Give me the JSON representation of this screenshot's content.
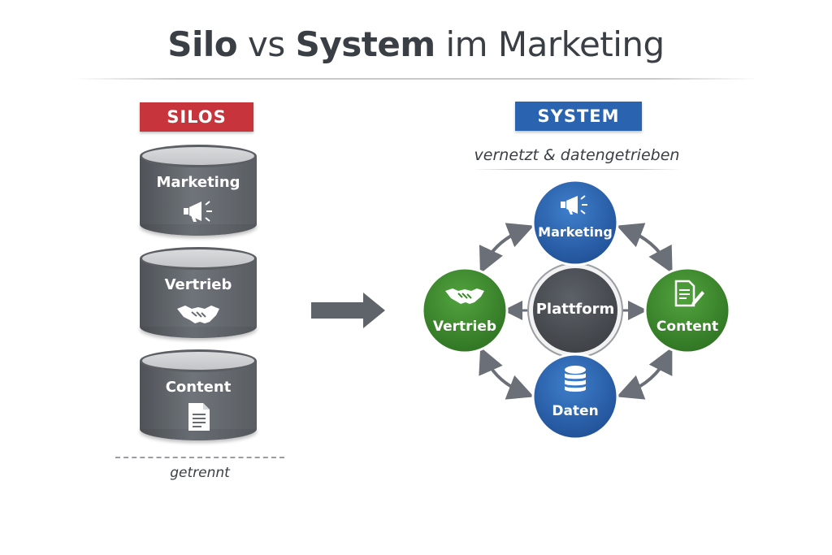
{
  "title": {
    "part1": "Silo",
    "part2": "vs",
    "part3": "System",
    "part4": "im Marketing"
  },
  "silos": {
    "badge": "SILOS",
    "items": [
      {
        "label": "Marketing",
        "icon": "megaphone-icon"
      },
      {
        "label": "Vertrieb",
        "icon": "handshake-icon"
      },
      {
        "label": "Content",
        "icon": "document-icon"
      }
    ],
    "footer": "getrennt"
  },
  "system": {
    "badge": "SYSTEM",
    "subtitle": "vernetzt & datengetrieben",
    "center": "Plattform",
    "nodes": {
      "top": {
        "label": "Marketing",
        "icon": "megaphone-icon"
      },
      "left": {
        "label": "Vertrieb",
        "icon": "handshake-icon"
      },
      "right": {
        "label": "Content",
        "icon": "document-icon"
      },
      "bottom": {
        "label": "Daten",
        "icon": "database-icon"
      }
    }
  },
  "colors": {
    "red": "#c7343b",
    "blue": "#2a64b0",
    "green": "#3c8a2e",
    "dark": "#4b4f55",
    "arrow": "#6b7078"
  }
}
